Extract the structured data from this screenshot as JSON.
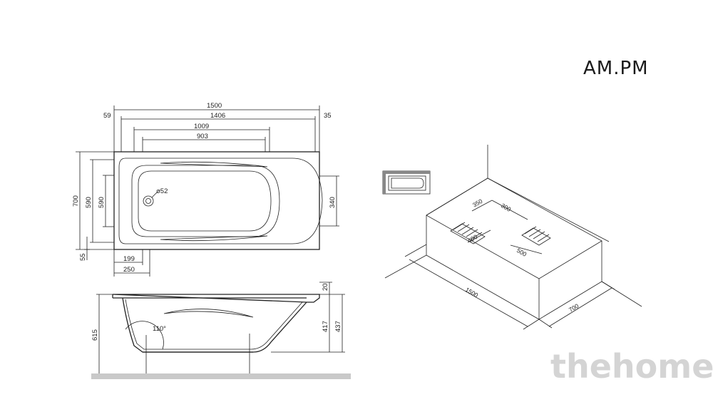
{
  "brand": "AM.PM",
  "watermark": "thehome",
  "top_view": {
    "total_length": "1500",
    "inner_length": "1406",
    "left_offset": "59",
    "right_offset": "35",
    "basin_top_length": "1009",
    "basin_bottom_length": "903",
    "total_width": "700",
    "inner_width": "590",
    "basin_width": "590",
    "bottom_offset": "55",
    "drain_x": "199",
    "drain_x2": "250",
    "drain_diameter": "ø52",
    "right_width": "340"
  },
  "side_view": {
    "height": "615",
    "rim": "20",
    "depth_inner": "417",
    "depth_outer": "437",
    "angle": "110°"
  },
  "install_view": {
    "length": "1500",
    "width": "700",
    "dim_350": "350",
    "dim_300": "300",
    "dim_400": "400",
    "dim_500": "500"
  }
}
